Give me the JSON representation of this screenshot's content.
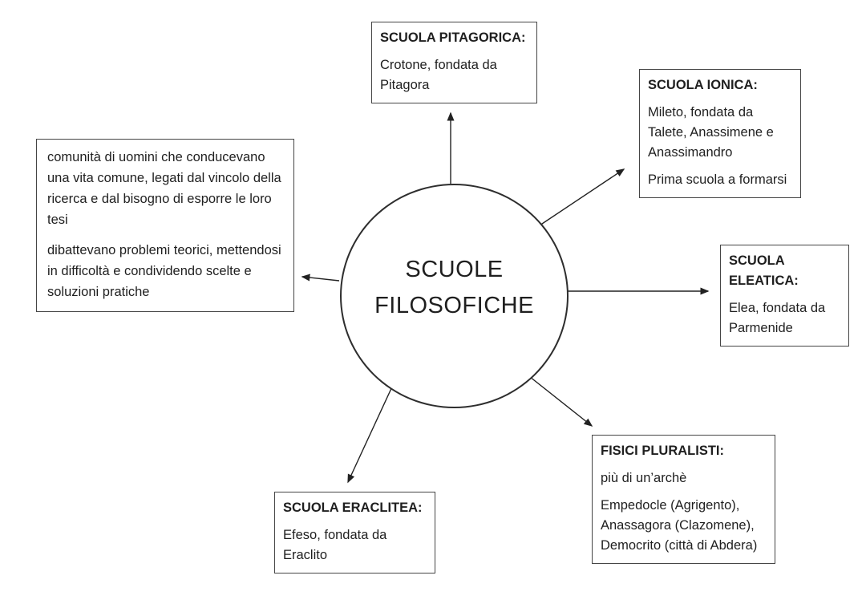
{
  "colors": {
    "ink": "#1f1f1f",
    "line": "#2e2e2e",
    "box-border": "#454545",
    "bg": "#ffffff"
  },
  "center": {
    "line1": "SCUOLE",
    "line2": "FILOSOFICHE"
  },
  "boxes": {
    "pitagorica": {
      "title": "SCUOLA PITAGORICA:",
      "p1": "Crotone, fondata da Pitagora"
    },
    "ionica": {
      "title": "SCUOLA IONICA:",
      "p1": "Mileto, fondata da Talete, Anassimene e Anassimandro",
      "p2": "Prima scuola a formarsi"
    },
    "eleatica": {
      "title": "SCUOLA ELEATICA:",
      "p1": "Elea, fondata da Parmenide"
    },
    "pluralisti": {
      "title": "FISICI PLURALISTI:",
      "p1": "più di un’archè",
      "p2": "Empedocle (Agrigento), Anassagora (Clazomene), Democrito (città di Abdera)"
    },
    "eraclitea": {
      "title": "SCUOLA ERACLITEA:",
      "p1": "Efeso, fondata da Eraclito"
    },
    "comunita": {
      "p1": "comunità di uomini che conducevano una vita comune, legati dal vincolo della ricerca e dal bisogno di esporre le loro tesi",
      "p2": "dibattevano problemi teorici, mettendosi in difficoltà e condividendo scelte e soluzioni pratiche"
    }
  }
}
